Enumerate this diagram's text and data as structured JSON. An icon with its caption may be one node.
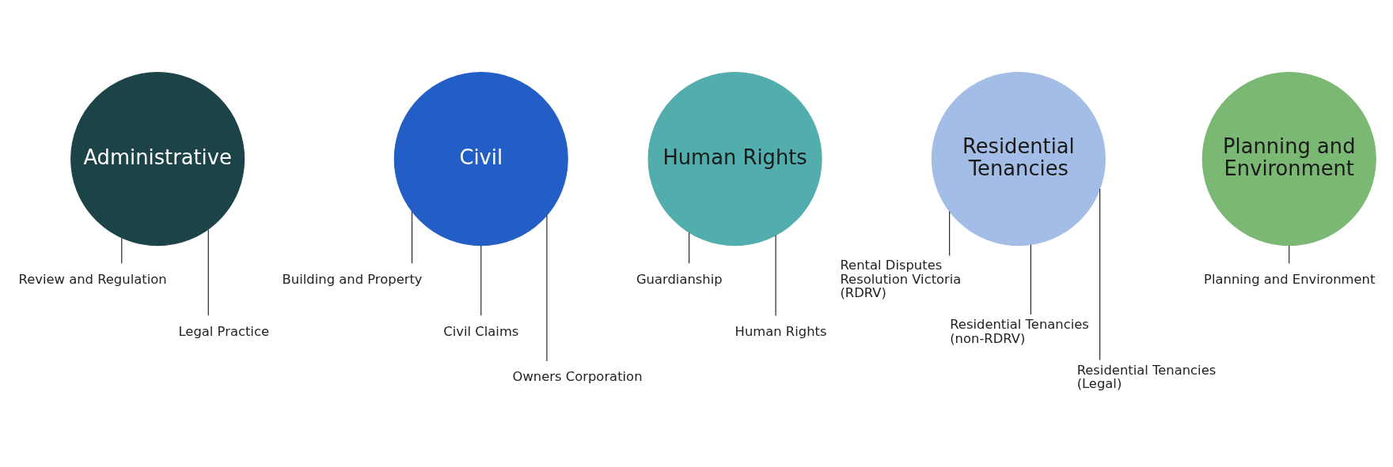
{
  "diagram": {
    "nodes": [
      {
        "text": [
          "Administrative"
        ]
      },
      {
        "text": [
          "Review and Regulation"
        ]
      },
      {
        "text": [
          "Legal Practice"
        ]
      },
      {
        "text": [
          "Civil"
        ]
      },
      {
        "text": [
          "Building and Property"
        ]
      },
      {
        "text": [
          "Civil Claims"
        ]
      },
      {
        "text": [
          "Owners Corporation"
        ]
      },
      {
        "text": [
          "Human Rights"
        ]
      },
      {
        "text": [
          "Guardianship"
        ]
      },
      {
        "text": [
          "Human Rights"
        ]
      },
      {
        "text": [
          "Residential Tenancies"
        ]
      },
      {
        "text": [
          "Rental Disputes Resolution Victoria (RDRV)"
        ]
      },
      {
        "text": [
          "Residential Tenancies (non-RDRV)"
        ]
      },
      {
        "text": [
          "Residential Tenancies (Legal)"
        ]
      },
      {
        "text": [
          "Planning and Environment"
        ]
      },
      {
        "text": [
          "Planning and Environment"
        ]
      }
    ],
    "edges": [
      {
        "from": 0,
        "to": 1,
        "arrow": "none"
      },
      {
        "from": 0,
        "to": 2,
        "arrow": "none"
      },
      {
        "from": 3,
        "to": 4,
        "arrow": "none"
      },
      {
        "from": 3,
        "to": 5,
        "arrow": "none"
      },
      {
        "from": 3,
        "to": 6,
        "arrow": "none"
      },
      {
        "from": 7,
        "to": 8,
        "arrow": "none"
      },
      {
        "from": 7,
        "to": 9,
        "arrow": "none"
      },
      {
        "from": 10,
        "to": 11,
        "arrow": "none"
      },
      {
        "from": 10,
        "to": 12,
        "arrow": "none"
      },
      {
        "from": 10,
        "to": 13,
        "arrow": "none"
      },
      {
        "from": 14,
        "to": 15,
        "arrow": "none"
      }
    ]
  }
}
